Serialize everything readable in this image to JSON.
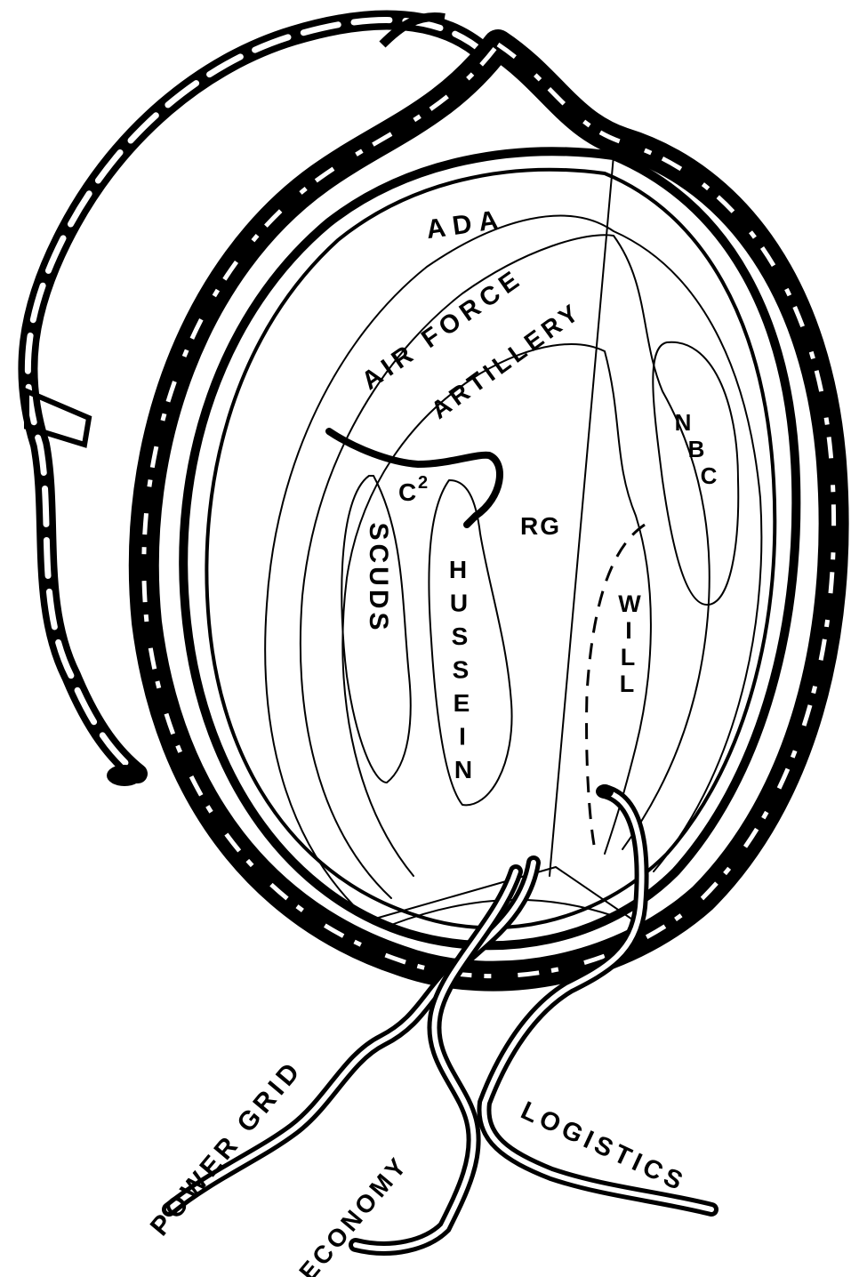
{
  "diagram": {
    "labels": {
      "ada": "ADA",
      "air_force": "AIR FORCE",
      "artillery": "ARTILLERY",
      "nbc": "NBC",
      "c2_base": "C",
      "c2_superscript": "2",
      "scuds": "SCUDS",
      "hussein": "HUSSEIN",
      "rg": "RG",
      "will": "WILL",
      "power_grid": "POWER GRID",
      "economy": "ECONOMY",
      "logistics": "LOGISTICS"
    },
    "colors": {
      "ink": "#000000",
      "paper": "#ffffff"
    }
  }
}
